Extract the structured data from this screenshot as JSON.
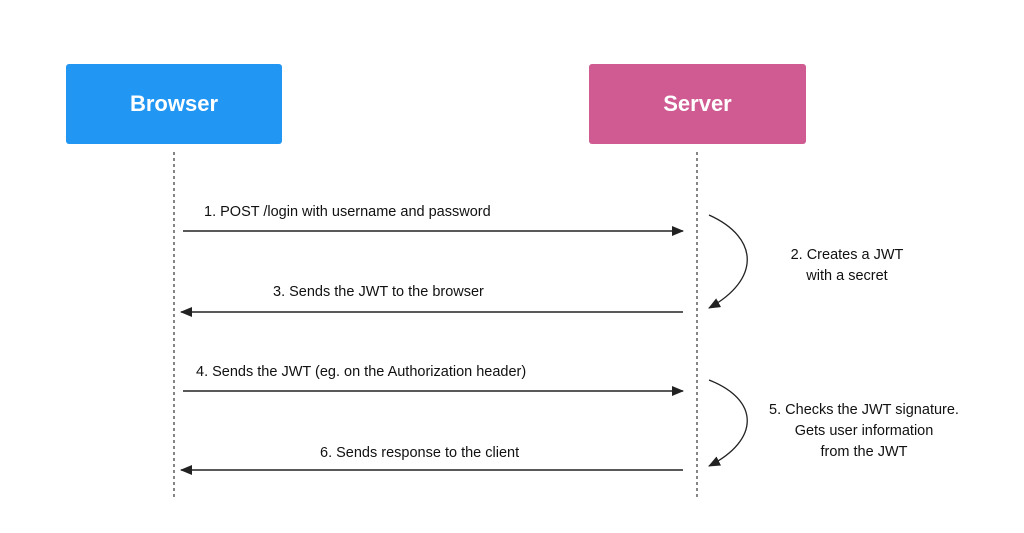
{
  "colors": {
    "browser_box": "#2196f3",
    "server_box": "#cf5b92",
    "line": "#222222",
    "text": "#111111"
  },
  "actors": {
    "browser": {
      "label": "Browser"
    },
    "server": {
      "label": "Server"
    }
  },
  "messages": [
    {
      "label": "1. POST /login with username and password",
      "from": "browser",
      "to": "server"
    },
    {
      "label": "3. Sends the JWT to the browser",
      "from": "server",
      "to": "browser"
    },
    {
      "label": "4. Sends the JWT (eg. on the Authorization header)",
      "from": "browser",
      "to": "server"
    },
    {
      "label": "6. Sends response to the client",
      "from": "server",
      "to": "browser"
    }
  ],
  "server_notes": [
    {
      "lines": [
        "2. Creates a JWT",
        "with a secret"
      ]
    },
    {
      "lines": [
        "5. Checks the JWT signature.",
        "Gets user information",
        "from the JWT"
      ]
    }
  ]
}
